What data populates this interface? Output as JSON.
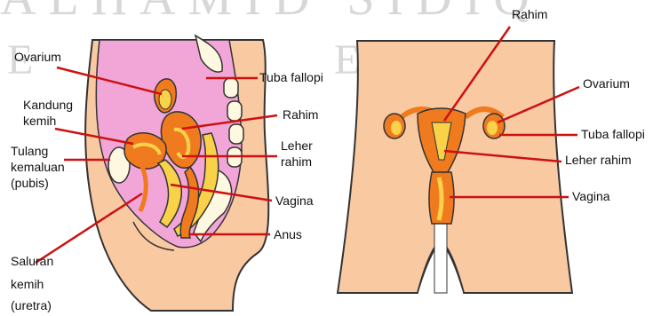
{
  "watermark": {
    "line1": "ALHAMID SIDIQ",
    "line2": "E M B E R"
  },
  "left_figure": {
    "labels": {
      "ovarium": "Ovarium",
      "tuba_fallopi": "Tuba fallopi",
      "kandung_kemih_1": "Kandung",
      "kandung_kemih_2": "kemih",
      "rahim": "Rahim",
      "tulang_kemaluan_1": "Tulang",
      "tulang_kemaluan_2": "kemaluan",
      "tulang_kemaluan_3": "(pubis)",
      "leher_rahim_1": "Leher",
      "leher_rahim_2": "rahim",
      "vagina": "Vagina",
      "anus": "Anus",
      "saluran_kemih_1": "Saluran",
      "saluran_kemih_2": "kemih",
      "saluran_kemih_3": "(uretra)"
    }
  },
  "right_figure": {
    "labels": {
      "rahim": "Rahim",
      "ovarium": "Ovarium",
      "tuba_fallopi": "Tuba fallopi",
      "leher_rahim": "Leher rahim",
      "vagina": "Vagina"
    }
  },
  "colors": {
    "skin": "#f9c9a2",
    "pink": "#f2a6d8",
    "organ": "#f07a1e",
    "organ_light": "#f9d24a",
    "leader_line": "#cc1111",
    "outline": "#333333",
    "bone": "#fff8e0"
  }
}
